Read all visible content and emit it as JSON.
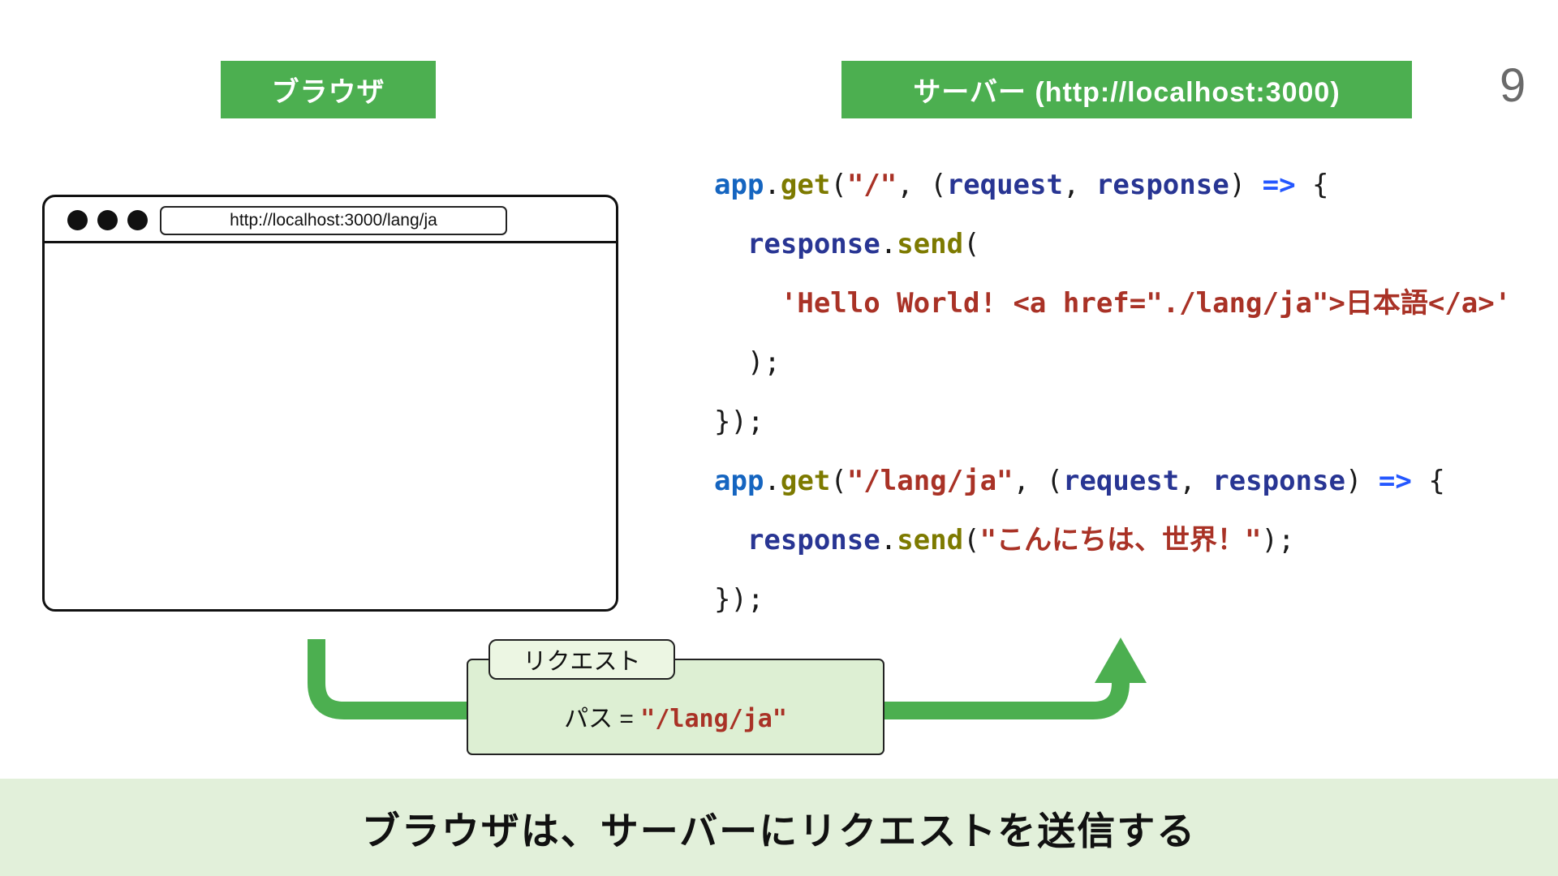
{
  "page": {
    "number": "9",
    "banner": "ブラウザは、サーバーにリクエストを送信する"
  },
  "headers": {
    "browser": "ブラウザ",
    "server": "サーバー (http://localhost:3000)"
  },
  "browser_window": {
    "url": "http://localhost:3000/lang/ja"
  },
  "request": {
    "tag": "リクエスト",
    "path_label": "パス = ",
    "path_value": "\"/lang/ja\""
  },
  "colors": {
    "green": "#4caf50",
    "box_green": "#ddefd3",
    "tag_green": "#ecf6e3",
    "banner_green": "#e2f0da",
    "code_name": "#1565c0",
    "code_fn": "#7d7a00",
    "code_str": "#a93226",
    "code_param": "#283593",
    "code_arrow": "#2457ff",
    "code_plain": "#1a1a1a"
  },
  "code": {
    "lines": [
      [
        {
          "t": "app",
          "c": "name"
        },
        {
          "t": ".",
          "c": "plain"
        },
        {
          "t": "get",
          "c": "fn"
        },
        {
          "t": "(",
          "c": "plain"
        },
        {
          "t": "\"/\"",
          "c": "str"
        },
        {
          "t": ", (",
          "c": "plain"
        },
        {
          "t": "request",
          "c": "param"
        },
        {
          "t": ", ",
          "c": "plain"
        },
        {
          "t": "response",
          "c": "param"
        },
        {
          "t": ") ",
          "c": "plain"
        },
        {
          "t": "=>",
          "c": "arrow"
        },
        {
          "t": " {",
          "c": "plain"
        }
      ],
      [
        {
          "t": "  ",
          "c": "plain"
        },
        {
          "t": "response",
          "c": "param"
        },
        {
          "t": ".",
          "c": "plain"
        },
        {
          "t": "send",
          "c": "fn"
        },
        {
          "t": "(",
          "c": "plain"
        }
      ],
      [
        {
          "t": "    ",
          "c": "plain"
        },
        {
          "t": "'Hello World! <a href=\"./lang/ja\">日本語</a>'",
          "c": "str"
        }
      ],
      [
        {
          "t": "  );",
          "c": "plain"
        }
      ],
      [
        {
          "t": "});",
          "c": "plain"
        }
      ],
      [
        {
          "t": "app",
          "c": "name"
        },
        {
          "t": ".",
          "c": "plain"
        },
        {
          "t": "get",
          "c": "fn"
        },
        {
          "t": "(",
          "c": "plain"
        },
        {
          "t": "\"/lang/ja\"",
          "c": "str"
        },
        {
          "t": ", (",
          "c": "plain"
        },
        {
          "t": "request",
          "c": "param"
        },
        {
          "t": ", ",
          "c": "plain"
        },
        {
          "t": "response",
          "c": "param"
        },
        {
          "t": ") ",
          "c": "plain"
        },
        {
          "t": "=>",
          "c": "arrow"
        },
        {
          "t": " {",
          "c": "plain"
        }
      ],
      [
        {
          "t": "  ",
          "c": "plain"
        },
        {
          "t": "response",
          "c": "param"
        },
        {
          "t": ".",
          "c": "plain"
        },
        {
          "t": "send",
          "c": "fn"
        },
        {
          "t": "(",
          "c": "plain"
        },
        {
          "t": "\"こんにちは、世界！\"",
          "c": "str"
        },
        {
          "t": ");",
          "c": "plain"
        }
      ],
      [
        {
          "t": "});",
          "c": "plain"
        }
      ]
    ]
  }
}
